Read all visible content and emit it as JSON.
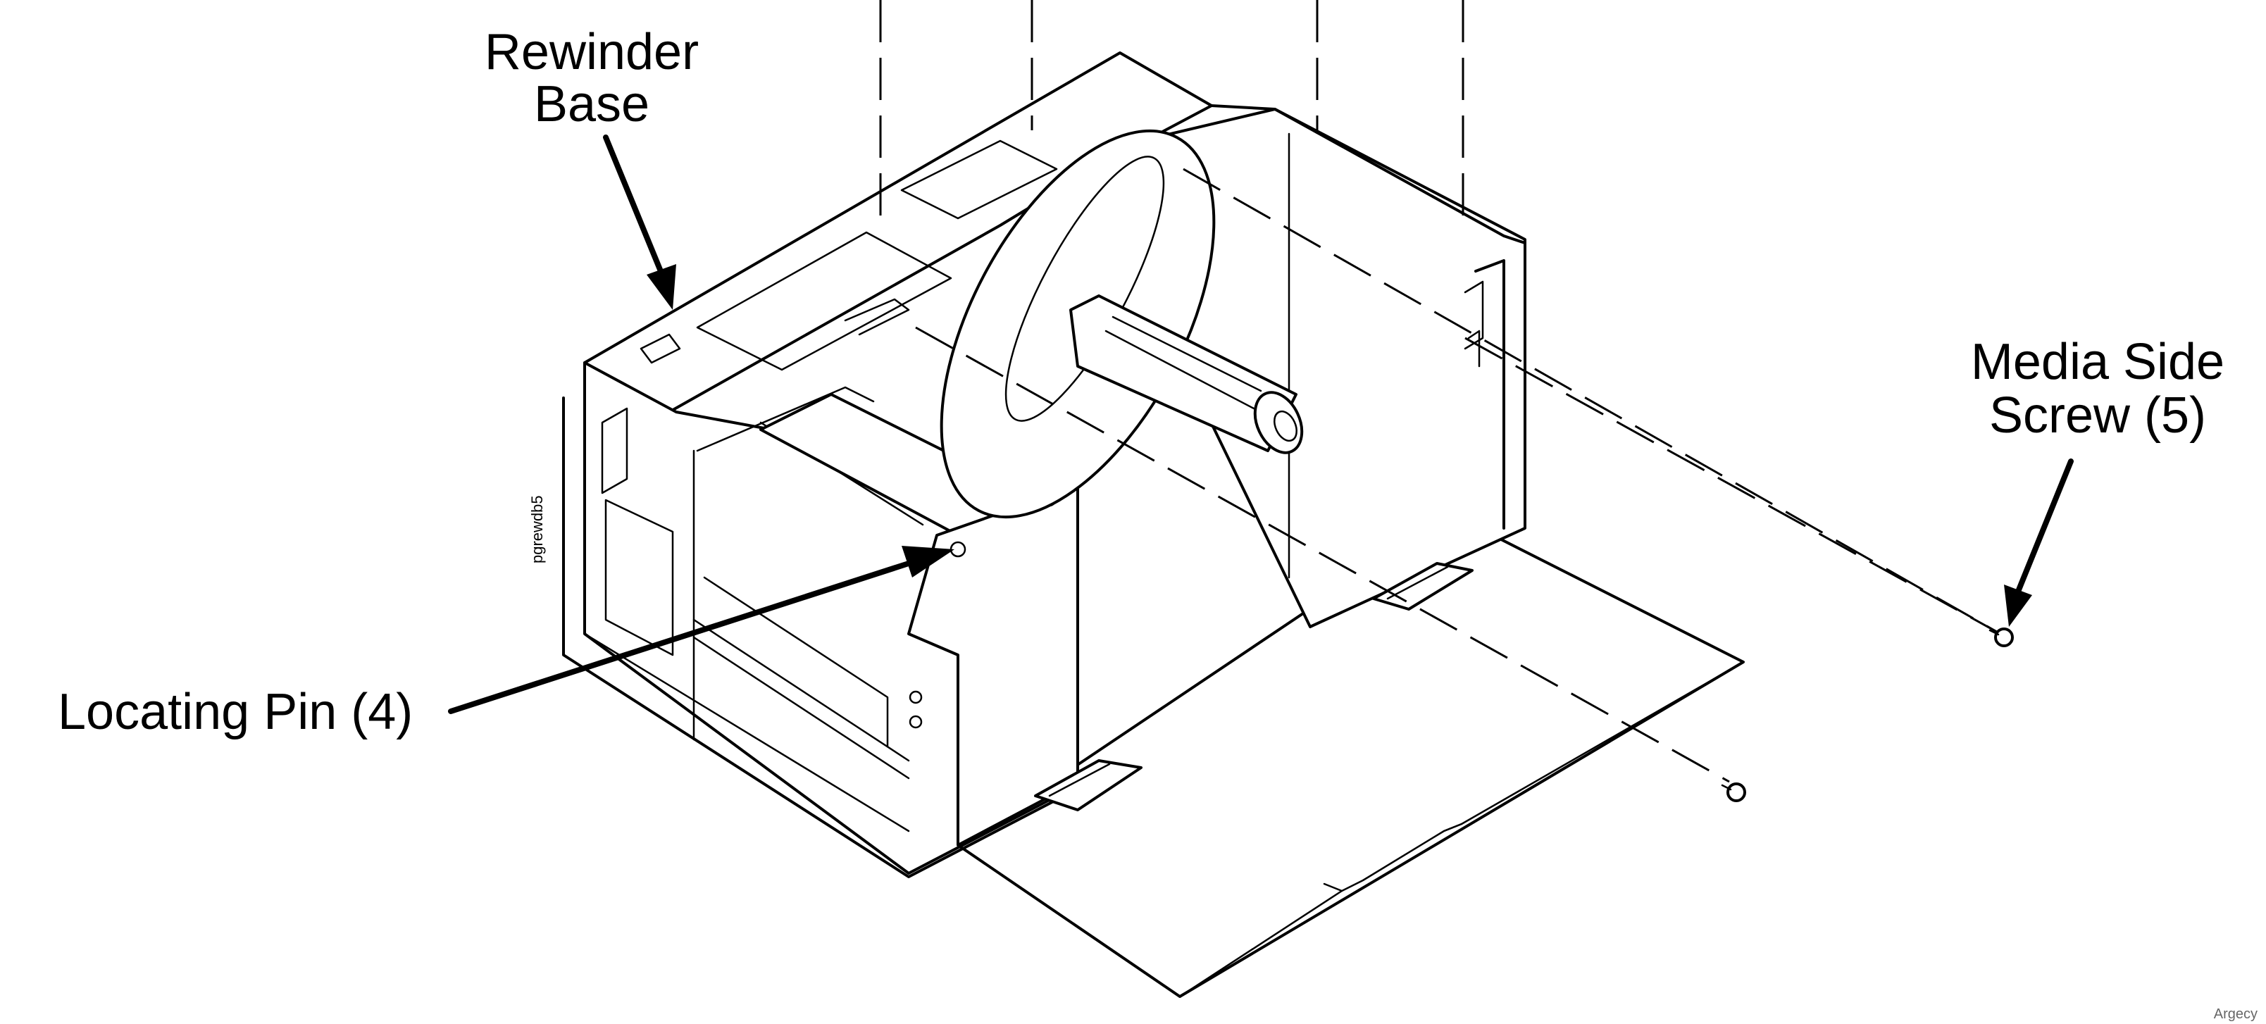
{
  "callouts": {
    "rewinder_base_line1": "Rewinder",
    "rewinder_base_line2": "Base",
    "media_side_screw_line1": "Media Side",
    "media_side_screw_line2": "Screw (5)",
    "locating_pin": "Locating Pin (4)"
  },
  "figure_id": "pgrewdb5",
  "credit": "Argecy",
  "colors": {
    "line": "#000000",
    "background": "#ffffff"
  }
}
